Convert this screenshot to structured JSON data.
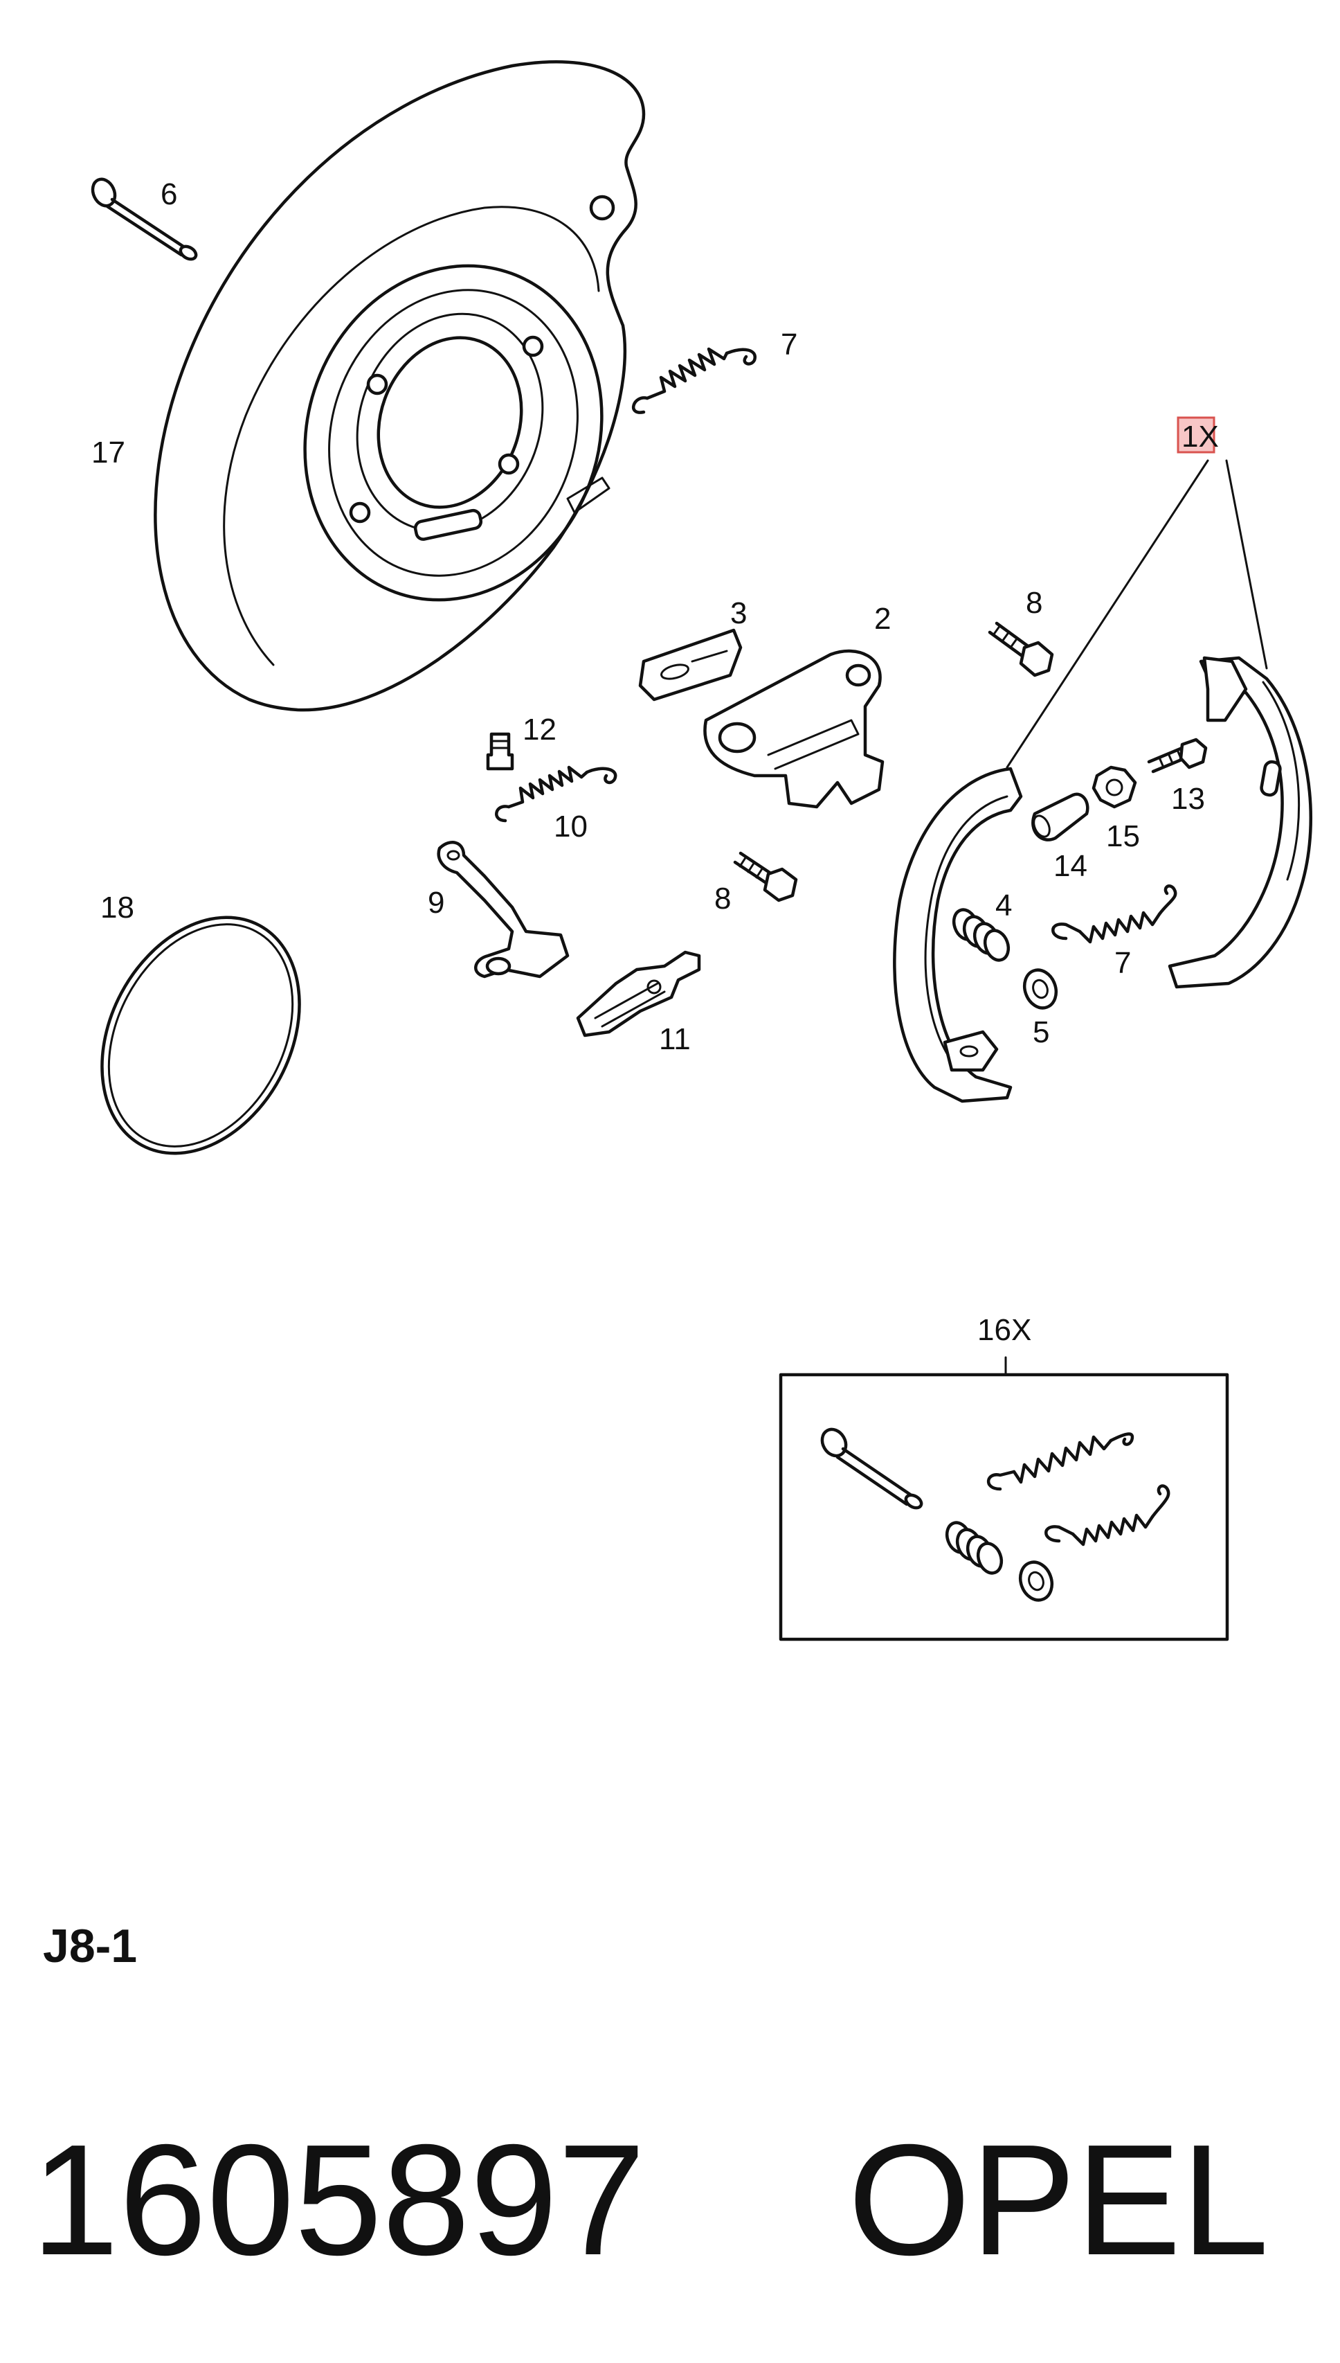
{
  "callouts": {
    "c1": "1X",
    "c2": "2",
    "c3": "3",
    "c4": "4",
    "c5": "5",
    "c6": "6",
    "c7a": "7",
    "c7b": "7",
    "c8a": "8",
    "c8b": "8",
    "c9": "9",
    "c10": "10",
    "c11": "11",
    "c12": "12",
    "c13": "13",
    "c14": "14",
    "c15": "15",
    "c16": "16X",
    "c17": "17",
    "c18": "18"
  },
  "footer": {
    "sheet_code": "J8-1",
    "part_number": "1605897",
    "brand": "OPEL"
  },
  "colors": {
    "line": "#111111",
    "highlight_fill": "#f7c6c6",
    "highlight_border": "#d9534f"
  }
}
